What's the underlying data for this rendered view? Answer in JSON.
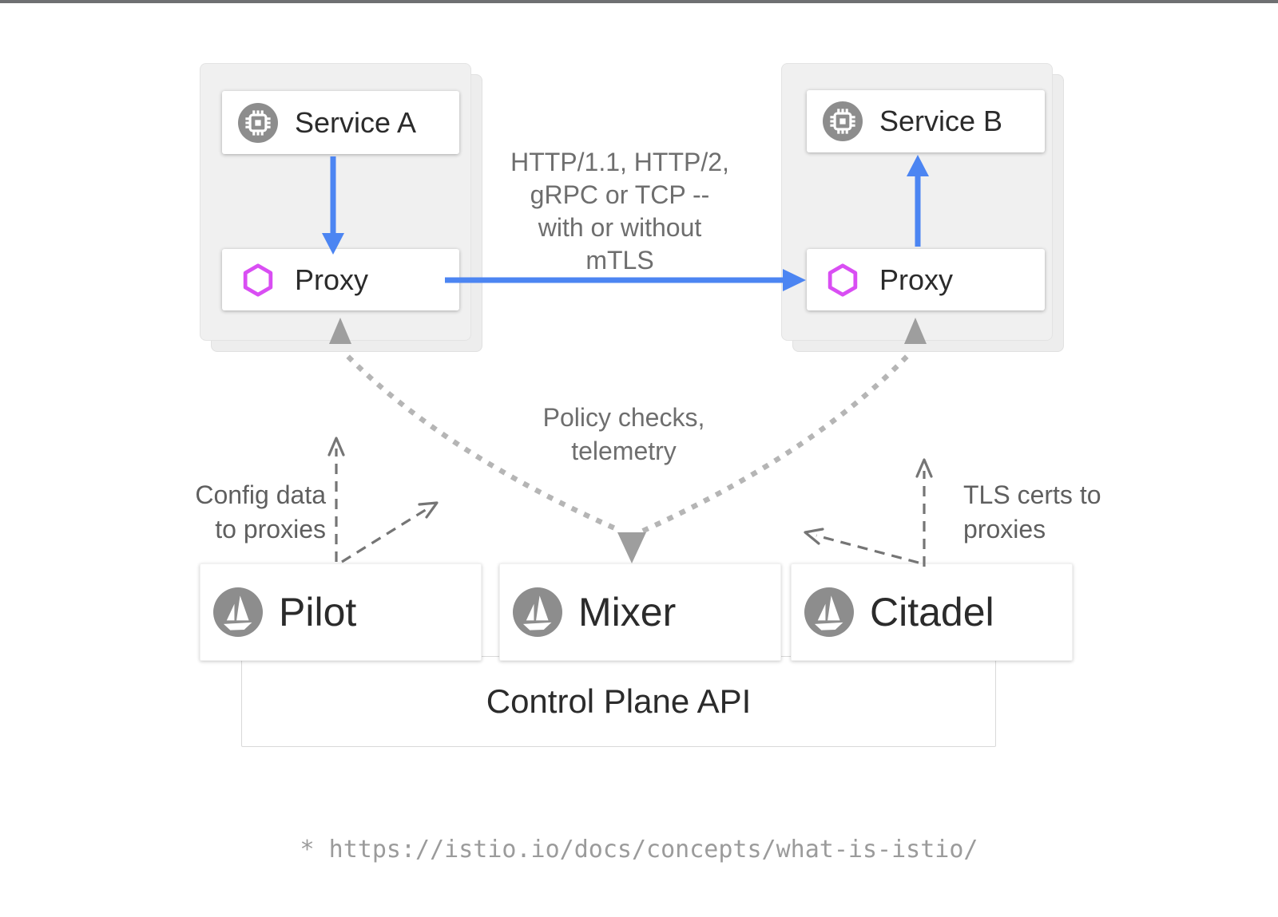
{
  "diagram": {
    "workload_a": {
      "service_label": "Service A",
      "proxy_label": "Proxy"
    },
    "workload_b": {
      "service_label": "Service B",
      "proxy_label": "Proxy"
    },
    "control_plane": {
      "pilot_label": "Pilot",
      "mixer_label": "Mixer",
      "citadel_label": "Citadel",
      "api_label": "Control Plane API"
    },
    "edge_labels": {
      "traffic": "HTTP/1.1, HTTP/2,\ngRPC or TCP --\nwith or without\nmTLS",
      "policy": "Policy checks,\ntelemetry",
      "config": "Config data\nto proxies",
      "tls": "TLS certs to\nproxies"
    },
    "footnote": "* https://istio.io/docs/concepts/what-is-istio/",
    "icons": {
      "service": "microchip-icon",
      "proxy": "envoy-hexagon-icon",
      "control_plane_component": "istio-sail-icon"
    },
    "colors": {
      "blue": "#4c85f2",
      "magenta": "#d94ef3",
      "icon_gray": "#8d8d8d",
      "dotted_gray": "#b5b5b5",
      "solid_arrow_gray": "#9e9e9e",
      "dashed_gray": "#757575"
    }
  }
}
